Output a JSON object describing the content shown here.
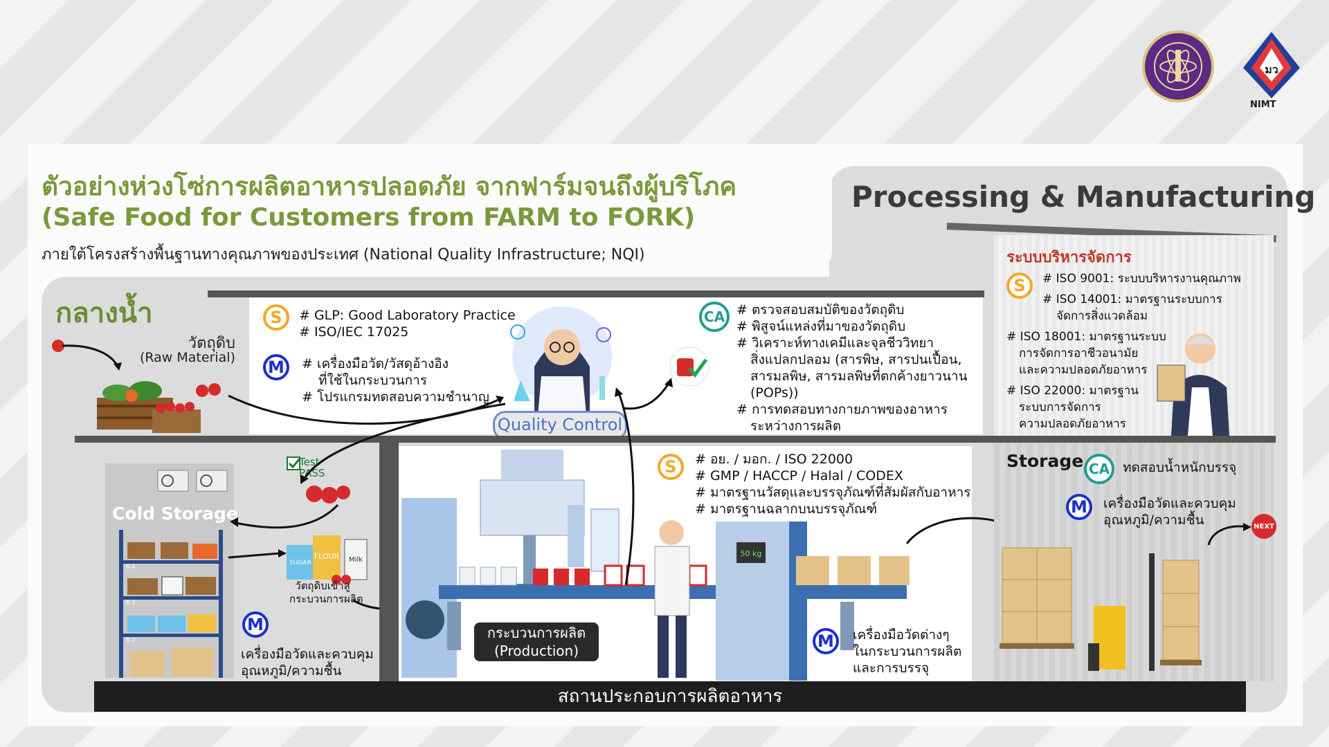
{
  "header": {
    "title_th": "ตัวอย่างห่วงโซ่การผลิตอาหารปลอดภัย จากฟาร์มจนถึงผู้บริโภค",
    "title_en": "(Safe Food for Customers from FARM to FORK)",
    "subtitle": "ภายใต้โครงสร้างพื้นฐานทางคุณภาพของประเทศ (National Quality Infrastructure; NQI)"
  },
  "section_title": "Processing & Manufacturing",
  "logos": {
    "nimt_label": "NIMT",
    "nimt_mark": "มว"
  },
  "midstream": {
    "title": "กลางน้ำ",
    "raw_material_th": "วัตถุดิบ",
    "raw_material_en": "(Raw Material)",
    "qc_label": "Quality Control",
    "s_items": [
      "# GLP: Good Laboratory Practice",
      "# ISO/IEC 17025"
    ],
    "m_items": [
      "# เครื่องมือวัด/วัสดุอ้างอิง",
      "ที่ใช้ในกระบวนการ",
      "# โปรแกรมทดสอบความชำนาญ"
    ],
    "ca_items": [
      "# ตรวจสอบสมบัติของวัตถุดิบ",
      "# พิสูจน์แหล่งที่มาของวัตถุดิบ",
      "# วิเคราะห์ทางเคมีและจุลชีววิทยา",
      "สิ่งแปลกปลอม (สารพิษ, สารปนเปื้อน,",
      "สารมลพิษ, สารมลพิษที่ตกค้างยาวนาน",
      "(POPs))",
      "# การทดสอบทางกายภาพของอาหาร",
      "ระหว่างการผลิต"
    ]
  },
  "management": {
    "title": "ระบบบริหารจัดการ",
    "s_items": [
      "# ISO 9001: ระบบบริหารงานคุณภาพ",
      "# ISO 14001: มาตรฐานระบบการ",
      "จัดการสิ่งแวดล้อม"
    ],
    "items": [
      "# ISO 18001: มาตรฐานระบบ",
      "การจัดการอาชีวอนามัย",
      "และความปลอดภัยอาหาร",
      "# ISO 22000: มาตรฐาน",
      "ระบบการจัดการ",
      "ความปลอดภัยอาหาร"
    ]
  },
  "cold_storage": {
    "label": "Cold Storage",
    "test_pass": [
      "Test",
      "PASS"
    ],
    "raw_to_process": [
      "วัตถุดิบเข้าสู่",
      "กระบวนการผลิต"
    ],
    "m_items": [
      "เครื่องมือวัดและควบคุม",
      "อุณหภูมิ/ความชื้น"
    ],
    "shelf_tags": [
      "B-4",
      "B-3",
      "B-2"
    ],
    "pack_labels": [
      "SUGAR",
      "FLOUR",
      "Milk"
    ]
  },
  "production": {
    "label_th": "กระบวนการผลิต",
    "label_en": "(Production)",
    "s_items": [
      "# อย. / มอก. / ISO 22000",
      "# GMP / HACCP / Halal / CODEX",
      "# มาตรฐานวัสดุและบรรจุภัณฑ์ที่สัมผัสกับอาหาร",
      "# มาตรฐานฉลากบนบรรจุภัณฑ์"
    ],
    "m_items": [
      "เครื่องมือวัดต่างๆ",
      "ในกระบวนการผลิต",
      "และการบรรจุ"
    ],
    "scale_reading": "50 kg"
  },
  "storage": {
    "label": "Storage",
    "ca_text": "ทดสอบน้ำหนักบรรจุ",
    "m_items": [
      "เครื่องมือวัดและควบคุม",
      "อุณหภูมิ/ความชื้น"
    ],
    "next_label": "NEXT"
  },
  "footer": "สถานประกอบการผลิตอาหาร",
  "badges": {
    "s": "S",
    "m": "M",
    "ca": "CA"
  },
  "colors": {
    "green_title": "#7a9a3a",
    "s_badge": "#f5a623",
    "m_badge": "#1c2fd0",
    "ca_badge": "#1e9e8e",
    "mgmt_title": "#c0392b",
    "qc_blue": "#4a72c8"
  }
}
